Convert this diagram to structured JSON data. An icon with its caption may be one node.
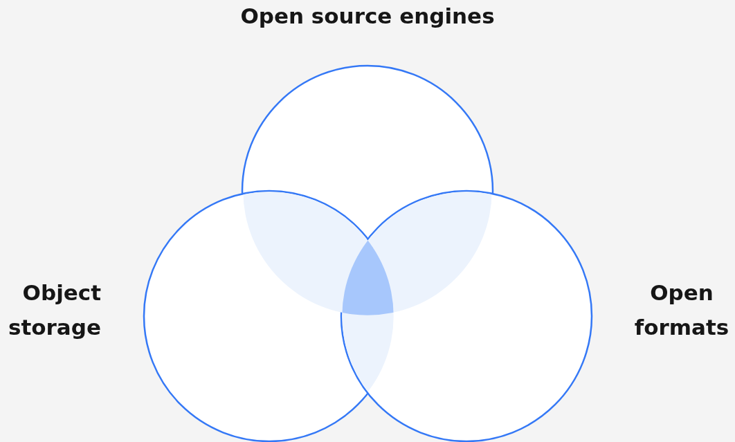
{
  "diagram": {
    "nodes": [
      {
        "text": [
          "Open source engines"
        ]
      },
      {
        "text": [
          "Object storage"
        ]
      },
      {
        "text": [
          "Open formats"
        ]
      }
    ],
    "edges": []
  }
}
